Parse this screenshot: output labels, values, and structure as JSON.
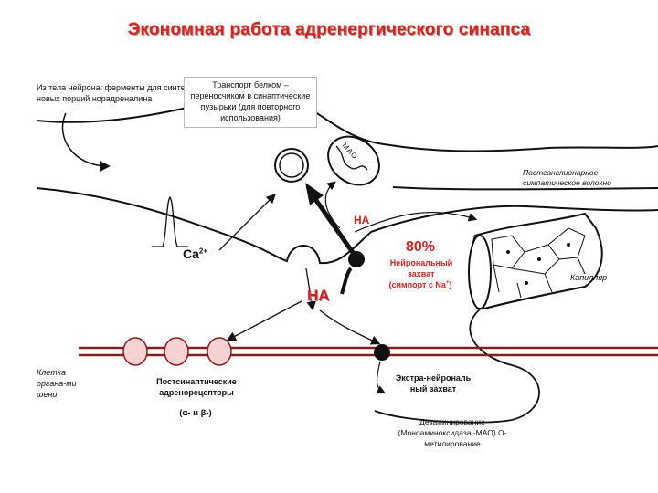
{
  "title": "Экономная работа адренергического синапса",
  "labels": {
    "from_neuron_body": "Из тела нейрона: ферменты для синтеза новых порций норадреналина",
    "transport": "Транспорт белком –переносчиком в синаптические пузырьки (для повторного использования)",
    "mao": "МАО",
    "postganglionic": "Постганглионарное симпатическое волокно",
    "na_top": "НА",
    "ca": "Ca",
    "ca_sup": "2+",
    "percent": "80%",
    "neuronal_uptake": "Нейрональный захват",
    "symport": "(симпорт с Na",
    "symport_sup": "+",
    "symport_end": ")",
    "na_big": "НА",
    "capillary": "Капилляр",
    "effector_cell": "Клетка органа-ми шени",
    "postsynaptic": "Постсинаптические адренорецепторы",
    "receptor_types": "(α- и β-)",
    "extraneuronal": "Экстра-нейрональ ный захват",
    "deamination": "Дезаминирование (Моноаминоксидаза -МАО) О-метилирование"
  },
  "colors": {
    "title": "#e0201b",
    "accent_red": "#d81e1e",
    "membrane": "#8b1a1a",
    "receptor_fill": "#f6d2d2",
    "line": "#111111"
  }
}
